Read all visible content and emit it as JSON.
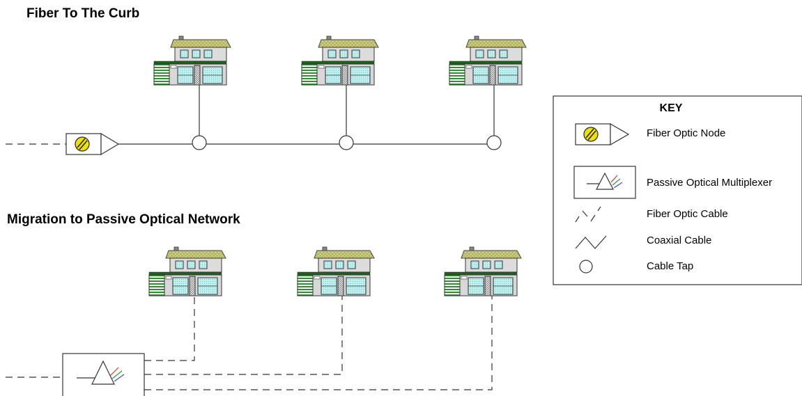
{
  "sections": {
    "ftc_title": "Fiber To The Curb",
    "pon_title": "Migration to Passive Optical Network"
  },
  "key": {
    "title": "KEY",
    "items": [
      {
        "label": "Fiber Optic Node",
        "icon": "fiber-optic-node-icon"
      },
      {
        "label": "Passive Optical Multiplexer",
        "icon": "passive-optical-multiplexer-icon"
      },
      {
        "label": "Fiber Optic Cable",
        "icon": "fiber-optic-cable-icon"
      },
      {
        "label": "Coaxial Cable",
        "icon": "coaxial-cable-icon"
      },
      {
        "label": "Cable Tap",
        "icon": "cable-tap-icon"
      }
    ]
  },
  "colors": {
    "roof": "#c8c878",
    "house_body": "#d8d8d8",
    "window": "#b8ecec",
    "garage_green": "#2f8f2f",
    "trim_green": "#1f5f1f",
    "node_yellow": "#f0e000",
    "prism_red": "#e03030",
    "prism_green": "#30a030",
    "prism_blue": "#3050e0"
  }
}
